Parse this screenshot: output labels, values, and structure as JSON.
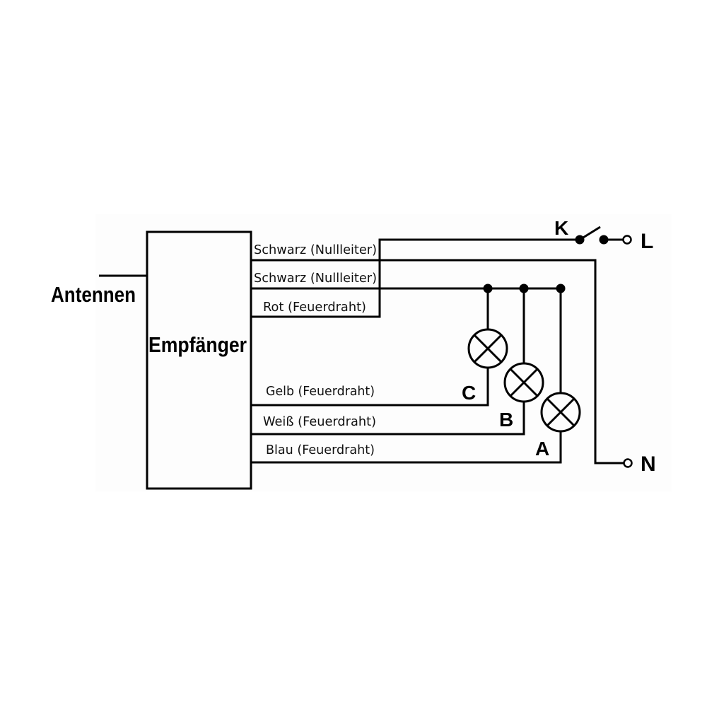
{
  "diagram": {
    "antenna_label": "Antennen",
    "receiver_label": "Empfänger",
    "wires": {
      "black1": "Schwarz (Nullleiter)",
      "black2": "Schwarz (Nullleiter)",
      "red": "Rot (Feuerdraht)",
      "yellow": "Gelb (Feuerdraht)",
      "white": "Weiß (Feuerdraht)",
      "blue": "Blau (Feuerdraht)"
    },
    "lamps": {
      "c": "C",
      "b": "B",
      "a": "A"
    },
    "switch_label": "K",
    "terminal_l": "L",
    "terminal_n": "N"
  }
}
